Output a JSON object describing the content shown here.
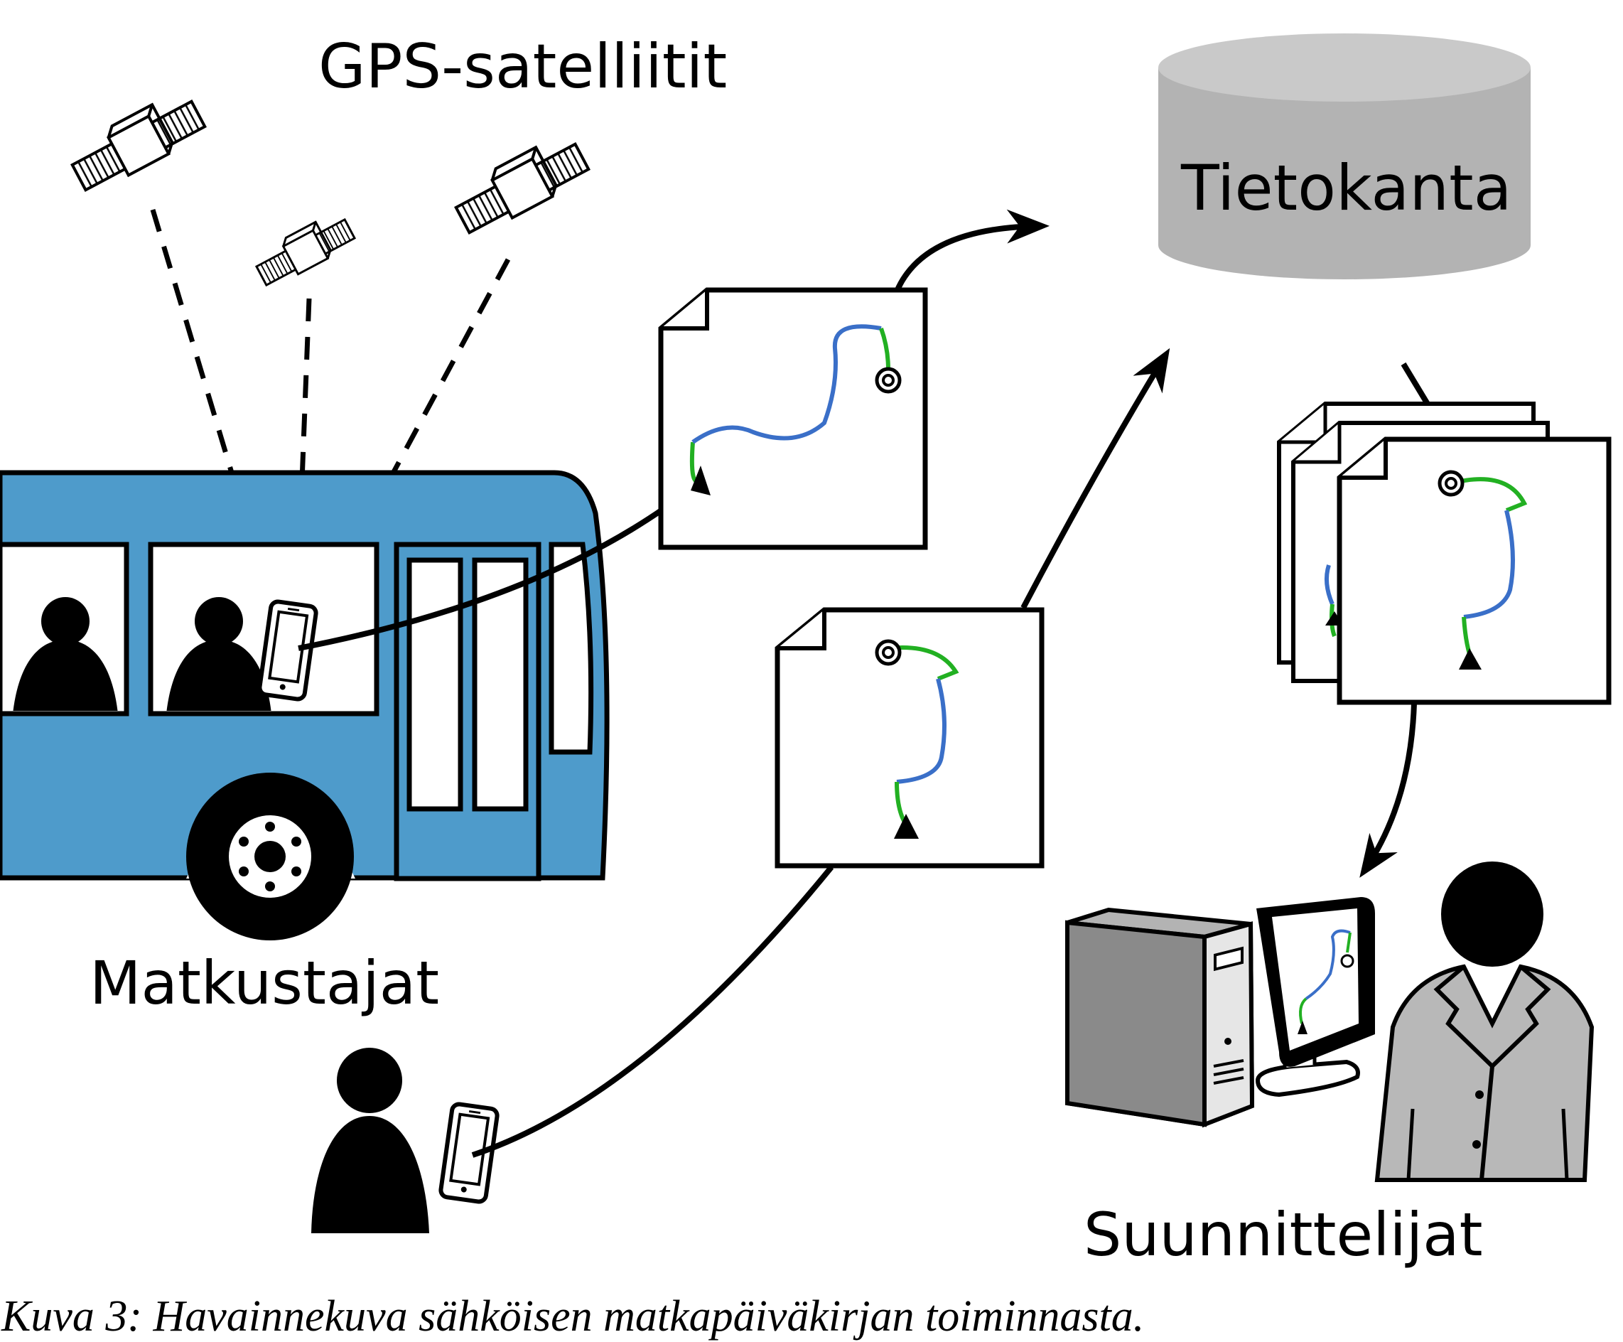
{
  "labels": {
    "satellites": "GPS-satelliitit",
    "database": "Tietokanta",
    "passengers": "Matkustajat",
    "planners": "Suunnittelijat"
  },
  "caption": "Kuva 3: Havainnekuva sähköisen matkapäiväkirjan toiminnasta.",
  "colors": {
    "bus": "#4e9bcb",
    "database": "#b3b3b3",
    "route_main": "#3a6fc8",
    "route_ends": "#22b022",
    "computer": "#8a8a8a",
    "coat": "#b8b8b8"
  },
  "icons": [
    "satellite-icon",
    "bus-icon",
    "person-icon",
    "smartphone-icon",
    "trip-document-icon",
    "database-icon",
    "computer-icon",
    "planner-icon"
  ]
}
